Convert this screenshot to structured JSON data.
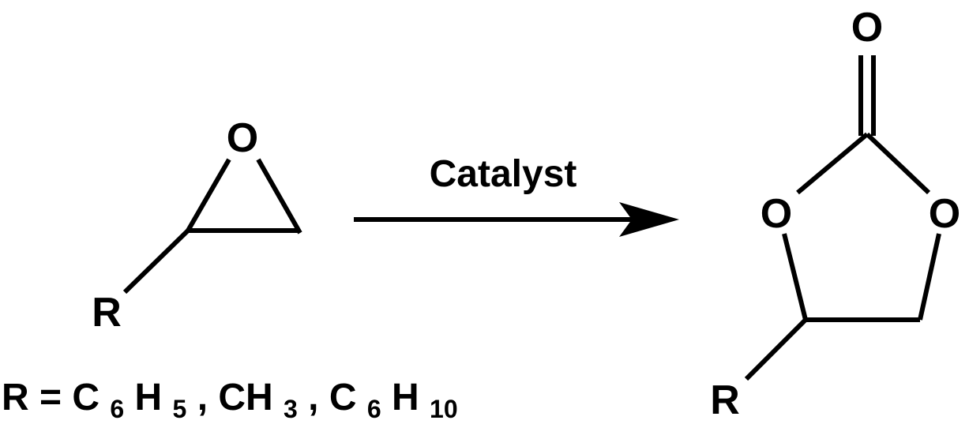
{
  "reactant": {
    "oxygen": "O",
    "substituent": "R"
  },
  "arrow_label": "Catalyst",
  "r_definition": {
    "prefix": "R = ",
    "c1": "C",
    "c1_sub": "6",
    "h1": "H",
    "h1_sub": "5",
    "sep1": ", ",
    "c2": "CH",
    "c2_sub": "3",
    "sep2": ", ",
    "c3": "C",
    "c3_sub": "6",
    "h3": "H",
    "h3_sub": "10"
  },
  "product": {
    "carbonyl_oxygen": "O",
    "ring_oxygen_left": "O",
    "ring_oxygen_right": "O",
    "substituent": "R"
  },
  "colors": {
    "ink": "#000000",
    "background": "#ffffff"
  }
}
